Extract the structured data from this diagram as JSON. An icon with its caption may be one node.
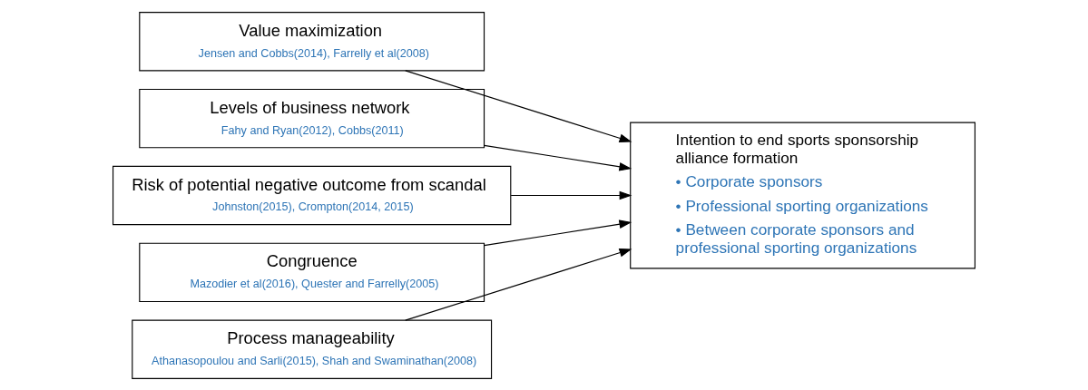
{
  "diagram": {
    "nodes": [
      {
        "text": [
          "Value maximization",
          "Jensen and Cobbs(2014), Farrelly et al(2008)"
        ]
      },
      {
        "text": [
          "Levels of business network",
          "Fahy and Ryan(2012), Cobbs(2011)"
        ]
      },
      {
        "text": [
          "Risk of potential negative outcome from scandal",
          "Johnston(2015), Crompton(2014, 2015)"
        ]
      },
      {
        "text": [
          "Congruence",
          "Mazodier et al(2016), Quester and Farrelly(2005)"
        ]
      },
      {
        "text": [
          "Process manageability",
          "Athanasopoulou and Sarli(2015), Shah and Swaminathan(2008)"
        ]
      },
      {
        "text": [
          "Intention to end sports sponsorship alliance formation",
          "• Corporate sponsors",
          "• Professional sporting organizations",
          "• Between corporate sponsors and professional sporting organizations"
        ]
      }
    ],
    "edges": [
      {
        "from": 0,
        "to": 5,
        "arrow": "to"
      },
      {
        "from": 1,
        "to": 5,
        "arrow": "to"
      },
      {
        "from": 2,
        "to": 5,
        "arrow": "to"
      },
      {
        "from": 3,
        "to": 5,
        "arrow": "to"
      },
      {
        "from": 4,
        "to": 5,
        "arrow": "to"
      }
    ]
  }
}
